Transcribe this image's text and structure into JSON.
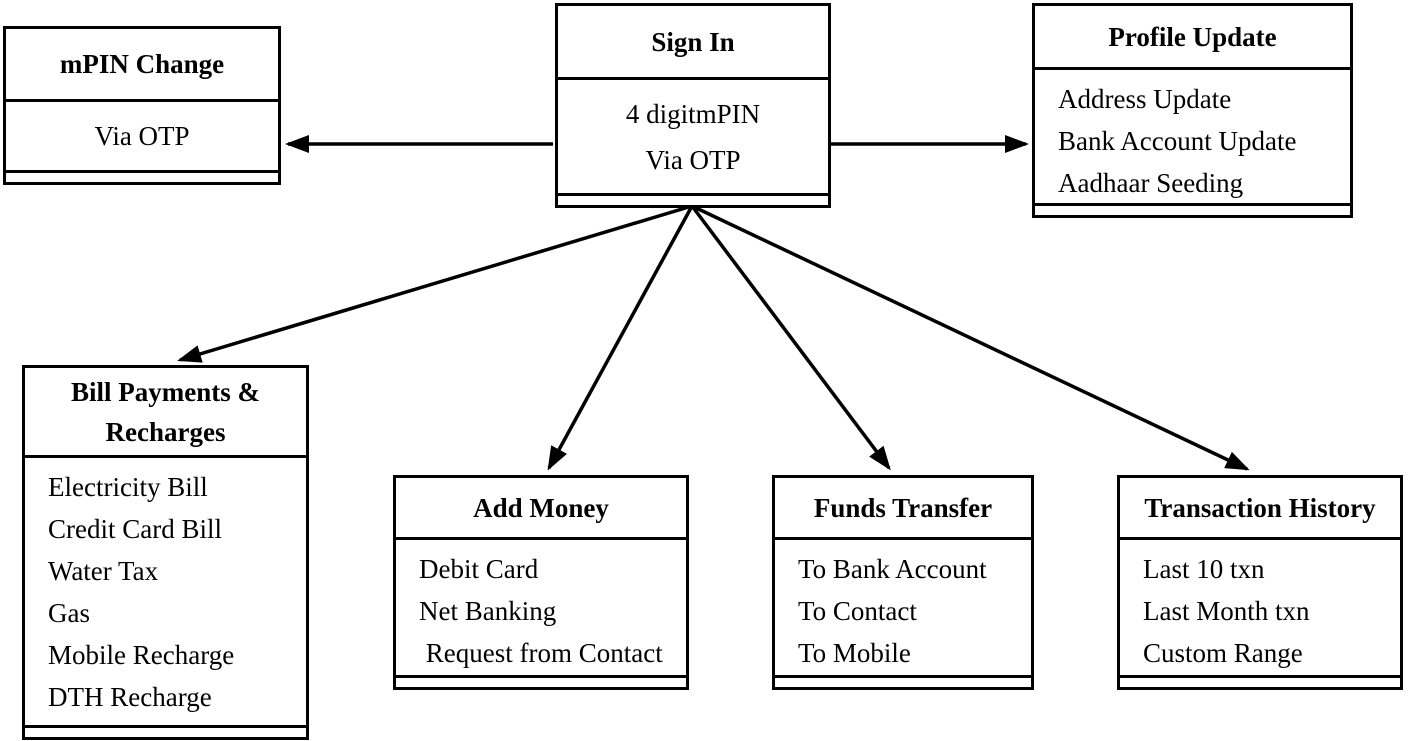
{
  "diagram": {
    "description": "Mobile banking app feature flow diagram",
    "colors": {
      "line": "#000000",
      "text": "#000000",
      "box_fill": "#ffffff",
      "background": "#ffffff"
    },
    "nodes": [
      {
        "id": "mpin-change",
        "title": "mPIN Change",
        "items": [
          "Via OTP"
        ]
      },
      {
        "id": "sign-in",
        "title": "Sign In",
        "items": [
          "4 digitmPIN",
          "Via OTP"
        ]
      },
      {
        "id": "profile-update",
        "title": "Profile Update",
        "items": [
          "Address Update",
          "Bank Account Update",
          "Aadhaar Seeding"
        ]
      },
      {
        "id": "bill-payments-recharges",
        "title": "Bill Payments & Recharges",
        "items": [
          "Electricity Bill",
          "Credit Card Bill",
          "Water Tax",
          "Gas",
          "Mobile Recharge",
          "DTH Recharge"
        ]
      },
      {
        "id": "add-money",
        "title": "Add Money",
        "items": [
          "Debit Card",
          "Net Banking",
          " Request from Contact"
        ]
      },
      {
        "id": "funds-transfer",
        "title": "Funds Transfer",
        "items": [
          "To Bank Account",
          "To Contact",
          "To Mobile"
        ]
      },
      {
        "id": "transaction-history",
        "title": "Transaction History",
        "items": [
          "Last 10 txn",
          "Last Month txn",
          "Custom Range"
        ]
      }
    ],
    "edges": [
      {
        "from": "Sign In",
        "to": "mPIN Change"
      },
      {
        "from": "Sign In",
        "to": "Profile Update"
      },
      {
        "from": "Sign In",
        "to": "Bill Payments & Recharges"
      },
      {
        "from": "Sign In",
        "to": "Add Money"
      },
      {
        "from": "Sign In",
        "to": "Funds Transfer"
      },
      {
        "from": "Sign In",
        "to": "Transaction History"
      }
    ]
  }
}
